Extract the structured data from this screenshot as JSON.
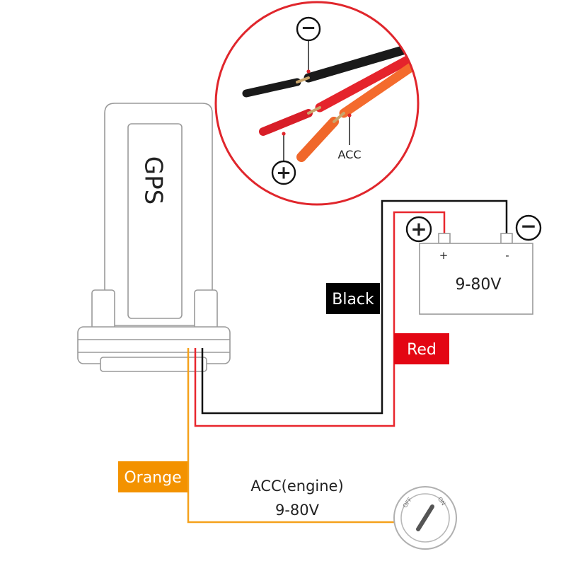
{
  "device": {
    "label": "GPS"
  },
  "inset": {
    "minus_symbol": "−",
    "plus_symbol": "+",
    "acc_label": "ACC"
  },
  "battery": {
    "plus_symbol": "+",
    "minus_symbol": "−",
    "plus_terminal_mark": "+",
    "minus_terminal_mark": "-",
    "voltage": "9-80V"
  },
  "wires": {
    "black_label": "Black",
    "red_label": "Red",
    "orange_label": "Orange"
  },
  "ignition": {
    "title": "ACC(engine)",
    "voltage": "9-80V",
    "off_label": "OFF",
    "on_label": "ON"
  },
  "colors": {
    "black_wire": "#111111",
    "red_wire": "#e8262d",
    "orange_wire": "#f5a11c",
    "red_label_bg": "#e30613",
    "black_label_bg": "#000000",
    "orange_label_bg": "#f39200",
    "outline_gray": "#9a9a9a",
    "inset_circle": "#e0262c"
  }
}
